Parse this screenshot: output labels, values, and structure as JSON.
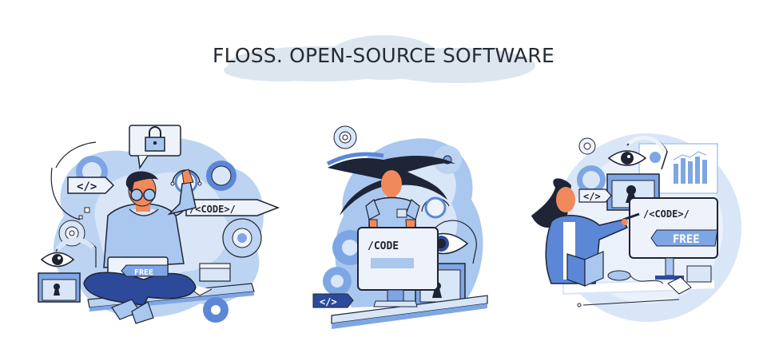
{
  "header": {
    "title": "FLOSS. OPEN-SOURCE SOFTWARE"
  },
  "colors": {
    "outline": "#1e2333",
    "dark_blue": "#2d4a9a",
    "mid_blue": "#5b87d6",
    "light_blue": "#a9c7ef",
    "pale_blue": "#d9e6f7",
    "skin": "#f08a5c",
    "hair": "#1f2436",
    "title_cloud": "#dde6ef"
  },
  "scenes": [
    {
      "name": "man-with-laptop",
      "labels": {
        "code_tag": "</>",
        "code_banner": "/<CODE>/",
        "free_tag": "FREE"
      },
      "icons": [
        "lock-icon",
        "eye-icon",
        "keyhole-icon",
        "gear-icon",
        "target-icon"
      ]
    },
    {
      "name": "woman-with-monitor",
      "labels": {
        "code_screen": "/CODE",
        "code_tag": "</>"
      },
      "icons": [
        "target-icon",
        "gear-icon",
        "eye-icon",
        "keyhole-icon"
      ]
    },
    {
      "name": "woman-presenting",
      "labels": {
        "code_tag": "</>",
        "code_banner": "/<CODE>/",
        "free_tag": "FREE"
      },
      "icons": [
        "eye-icon",
        "keyhole-icon",
        "bar-chart-icon",
        "gear-icon",
        "book-icon",
        "mouse-icon"
      ]
    }
  ]
}
